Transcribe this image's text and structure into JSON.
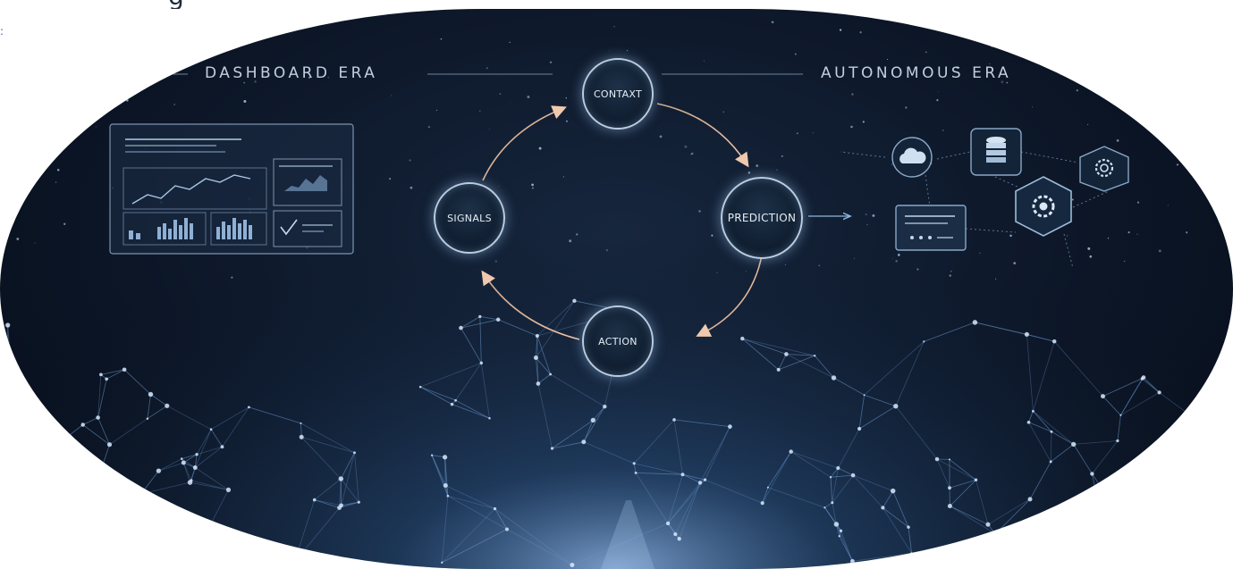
{
  "caption": "g",
  "edge_mark": ":",
  "left_section": {
    "title": "DASHBOARD ERA",
    "panel": "dashboard-panel"
  },
  "right_section": {
    "title": "AUTONOMOUS ERA",
    "icons": [
      "cloud-icon",
      "database-icon",
      "gear-icon",
      "document-icon",
      "settings-icon"
    ]
  },
  "cycle": {
    "nodes": [
      "CONTAXT",
      "PREDICTION",
      "ACTION",
      "SIGNALS"
    ],
    "flow": [
      "CONTAXT",
      "PREDICTION",
      "ACTION",
      "SIGNALS",
      "CONTAXT"
    ]
  },
  "colors": {
    "background": "#0c1627",
    "node_ring": "#b9cce0",
    "cycle_arrow": "#e8b89a",
    "text": "#c3cfdd"
  }
}
